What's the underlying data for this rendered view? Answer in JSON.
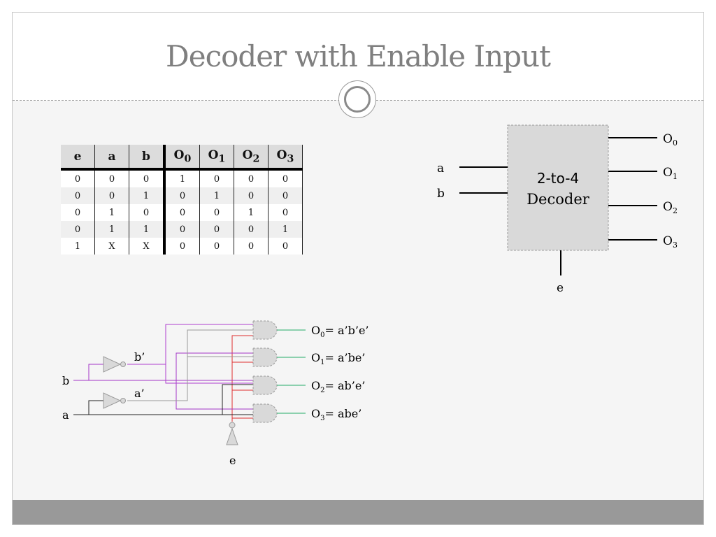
{
  "slide": {
    "title": "Decoder with Enable Input"
  },
  "truth_table": {
    "headers": [
      {
        "base": "e",
        "sub": ""
      },
      {
        "base": "a",
        "sub": ""
      },
      {
        "base": "b",
        "sub": ""
      },
      {
        "base": "O",
        "sub": "0"
      },
      {
        "base": "O",
        "sub": "1"
      },
      {
        "base": "O",
        "sub": "2"
      },
      {
        "base": "O",
        "sub": "3"
      }
    ],
    "rows": [
      [
        "0",
        "0",
        "0",
        "1",
        "0",
        "0",
        "0"
      ],
      [
        "0",
        "0",
        "1",
        "0",
        "1",
        "0",
        "0"
      ],
      [
        "0",
        "1",
        "0",
        "0",
        "0",
        "1",
        "0"
      ],
      [
        "0",
        "1",
        "1",
        "0",
        "0",
        "0",
        "1"
      ],
      [
        "1",
        "X",
        "X",
        "0",
        "0",
        "0",
        "0"
      ]
    ]
  },
  "block_diagram": {
    "box_line1": "2-to-4",
    "box_line2": "Decoder",
    "input_a": "a",
    "input_b": "b",
    "enable": "e",
    "outputs": [
      {
        "base": "O",
        "sub": "0"
      },
      {
        "base": "O",
        "sub": "1"
      },
      {
        "base": "O",
        "sub": "2"
      },
      {
        "base": "O",
        "sub": "3"
      }
    ]
  },
  "circuit": {
    "input_b": "b",
    "input_a": "a",
    "b_not": "b’",
    "a_not": "a’",
    "enable": "e",
    "outputs": [
      {
        "base": "O",
        "sub": "0",
        "expr": "= a’b’e’"
      },
      {
        "base": "O",
        "sub": "1",
        "expr": "= a’be’"
      },
      {
        "base": "O",
        "sub": "2",
        "expr": "= ab’e’"
      },
      {
        "base": "O",
        "sub": "3",
        "expr": "= abe’"
      }
    ],
    "colors": {
      "b_wire": "#a235c6",
      "b_not_wire": "#b040d0",
      "a_wire": "#222222",
      "a_not_wire": "#999999",
      "e_wire": "#e03030",
      "out_wire": "#22aa66",
      "gate_fill": "#d9d9d9",
      "gate_stroke": "#9a9a9a"
    }
  }
}
